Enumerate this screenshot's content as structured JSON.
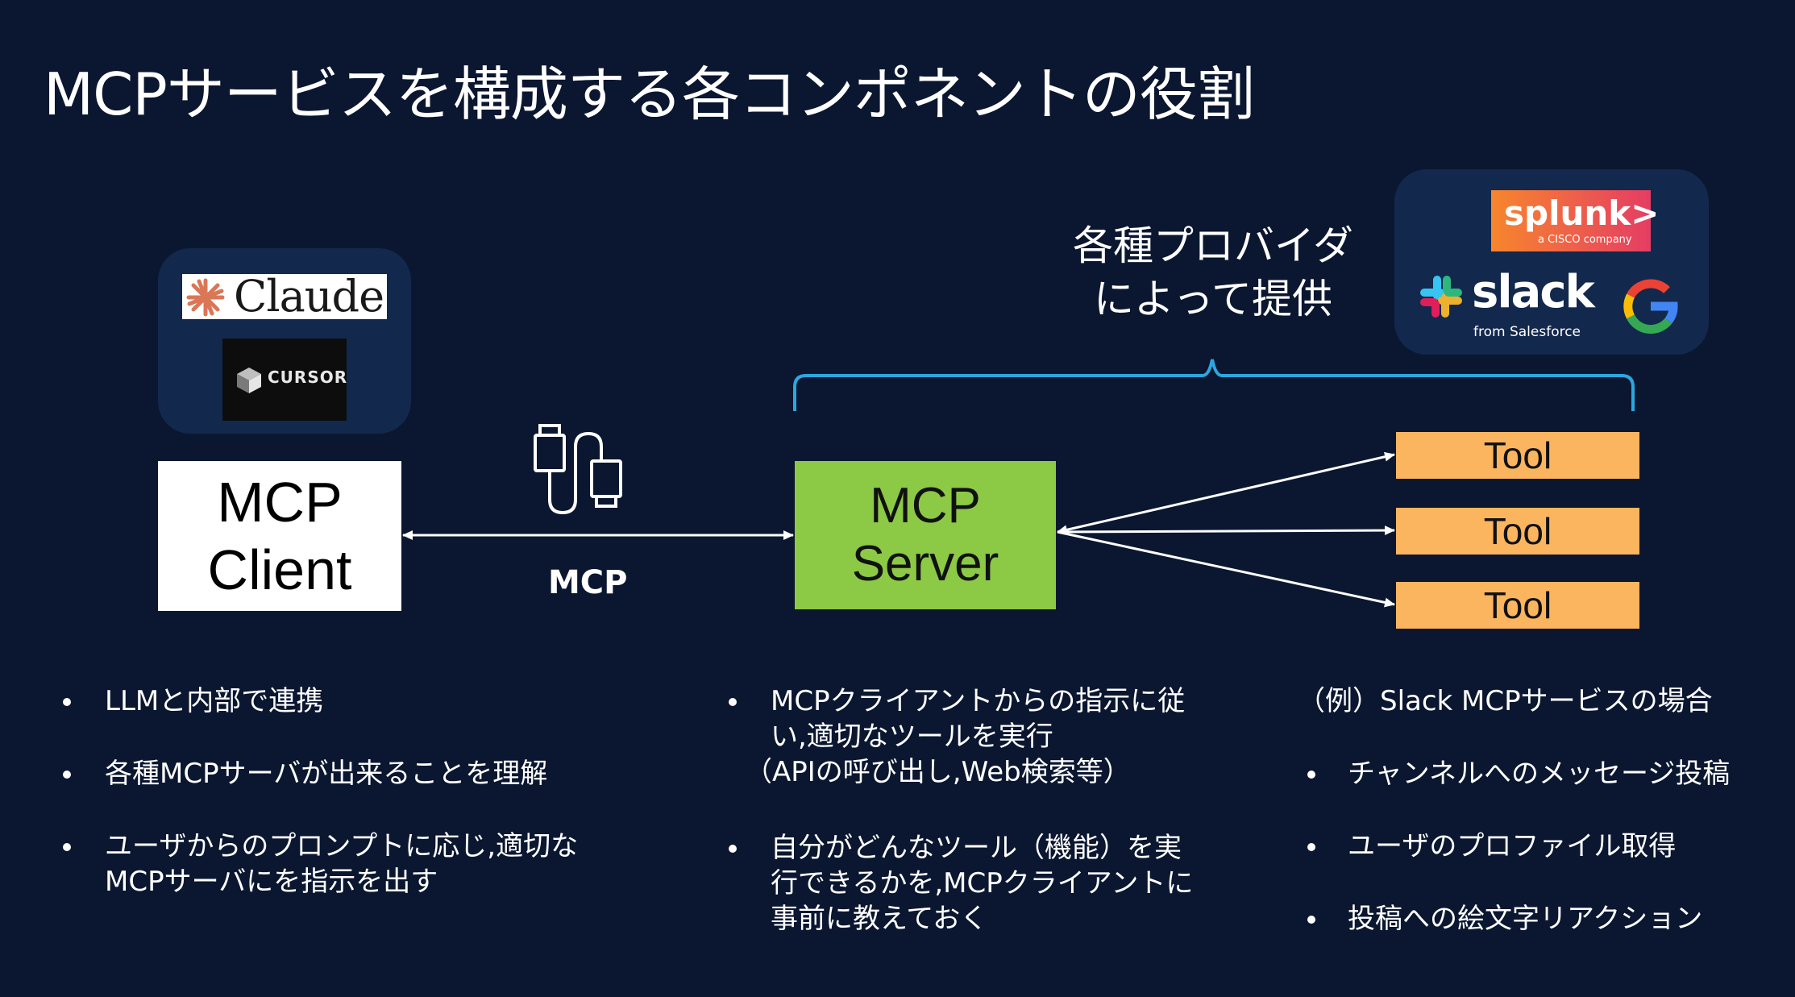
{
  "title": "MCPサービスを構成する各コンポネントの役割",
  "logos": {
    "claude": "Claude",
    "cursor": "CURSOR",
    "splunk": "splunk>",
    "splunk_sub": "a CISCO company",
    "slack": "slack",
    "slack_sub": "from Salesforce"
  },
  "client": {
    "line1": "MCP",
    "line2": "Client"
  },
  "server": {
    "line1": "MCP",
    "line2": "Server"
  },
  "connection_label": "MCP",
  "provider": {
    "line1": "各種プロバイダ",
    "line2": "によって提供"
  },
  "tools": [
    "Tool",
    "Tool",
    "Tool"
  ],
  "client_bullets": [
    "LLMと内部で連携",
    "各種MCPサーバが出来ることを理解",
    "ユーザからのプロンプトに応じ,適切な",
    "MCPサーバにを指示を出す"
  ],
  "server_bullets": [
    "MCPクライアントからの指示に従",
    "い,適切なツールを実行",
    "（APIの呼び出し,Web検索等）",
    "自分がどんなツール（機能）を実",
    "行できるかを,MCPクライアントに",
    "事前に教えておく"
  ],
  "example": {
    "heading": "（例）Slack MCPサービスの場合",
    "items": [
      "チャンネルへのメッセージ投稿",
      "ユーザのプロファイル取得",
      "投稿への絵文字リアクション"
    ]
  }
}
